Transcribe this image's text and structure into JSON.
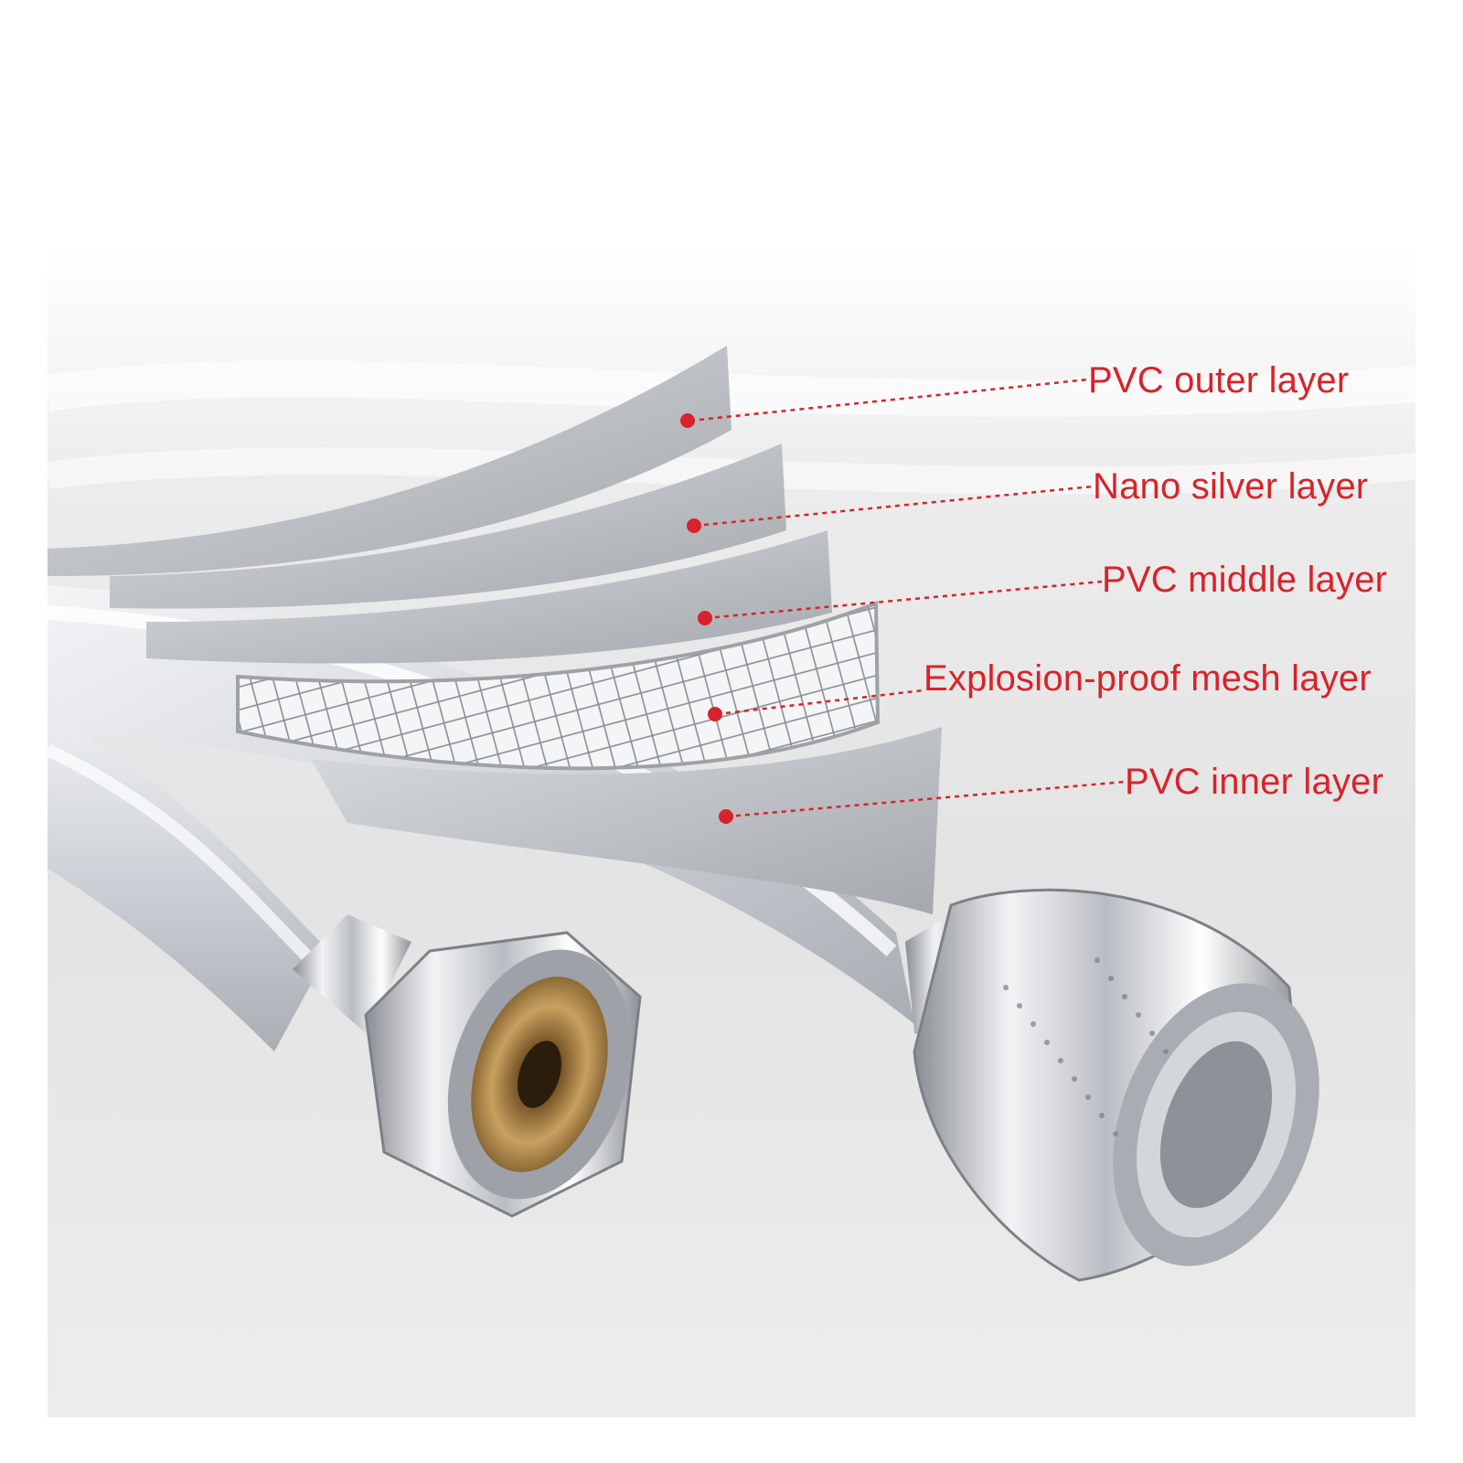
{
  "callouts": [
    {
      "label": "PVC outer layer"
    },
    {
      "label": "Nano silver layer"
    },
    {
      "label": "PVC middle layer"
    },
    {
      "label": "Explosion-proof mesh layer"
    },
    {
      "label": "PVC inner layer"
    }
  ],
  "colors": {
    "callout": "#d8232a",
    "hose": "#c9cdd3",
    "chrome": "#b8bcc2",
    "brass": "#b08a4a",
    "background": "#f2f2f2"
  }
}
